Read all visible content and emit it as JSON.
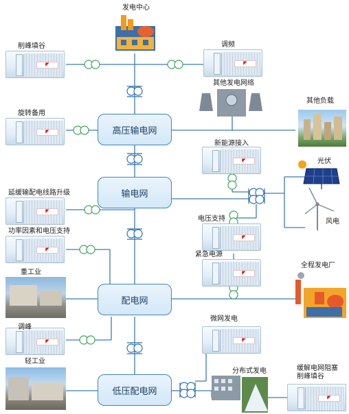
{
  "labels": {
    "power_center": "发电中心",
    "peak_shaving_valley_filling": "削峰填谷",
    "frequency_regulation": "调频",
    "other_generation_network": "其他发电网络",
    "other_loads": "其他负载",
    "spinning_reserve": "旋转备用",
    "new_energy_access": "新能源接入",
    "photovoltaic": "光伏",
    "wind_power": "风电",
    "defer_line_upgrade": "延缓输配电线路升级",
    "power_factor_voltage_support": "功率因素和电压支持",
    "voltage_support": "电压支持",
    "emergency_power": "紧急电源",
    "heavy_industry": "重工业",
    "whole_process_power_plant": "全程发电厂",
    "peak_regulation": "调峰",
    "microgrid_generation": "微网发电",
    "light_industry": "轻工业",
    "distributed_generation": "分布式发电",
    "relieve_congestion": "缓解电网阻塞\n削峰填谷"
  },
  "grid_levels": {
    "high_voltage_transmission": "高压输电网",
    "transmission": "输电网",
    "distribution": "配电网",
    "low_voltage_distribution": "低压配电网"
  },
  "colors": {
    "wire": "#3b7ab5",
    "box_border": "#3a86c8",
    "transformer": "#2a6fae",
    "transformer_alt": "#3aa35a",
    "brand_red": "#c61c1c"
  }
}
